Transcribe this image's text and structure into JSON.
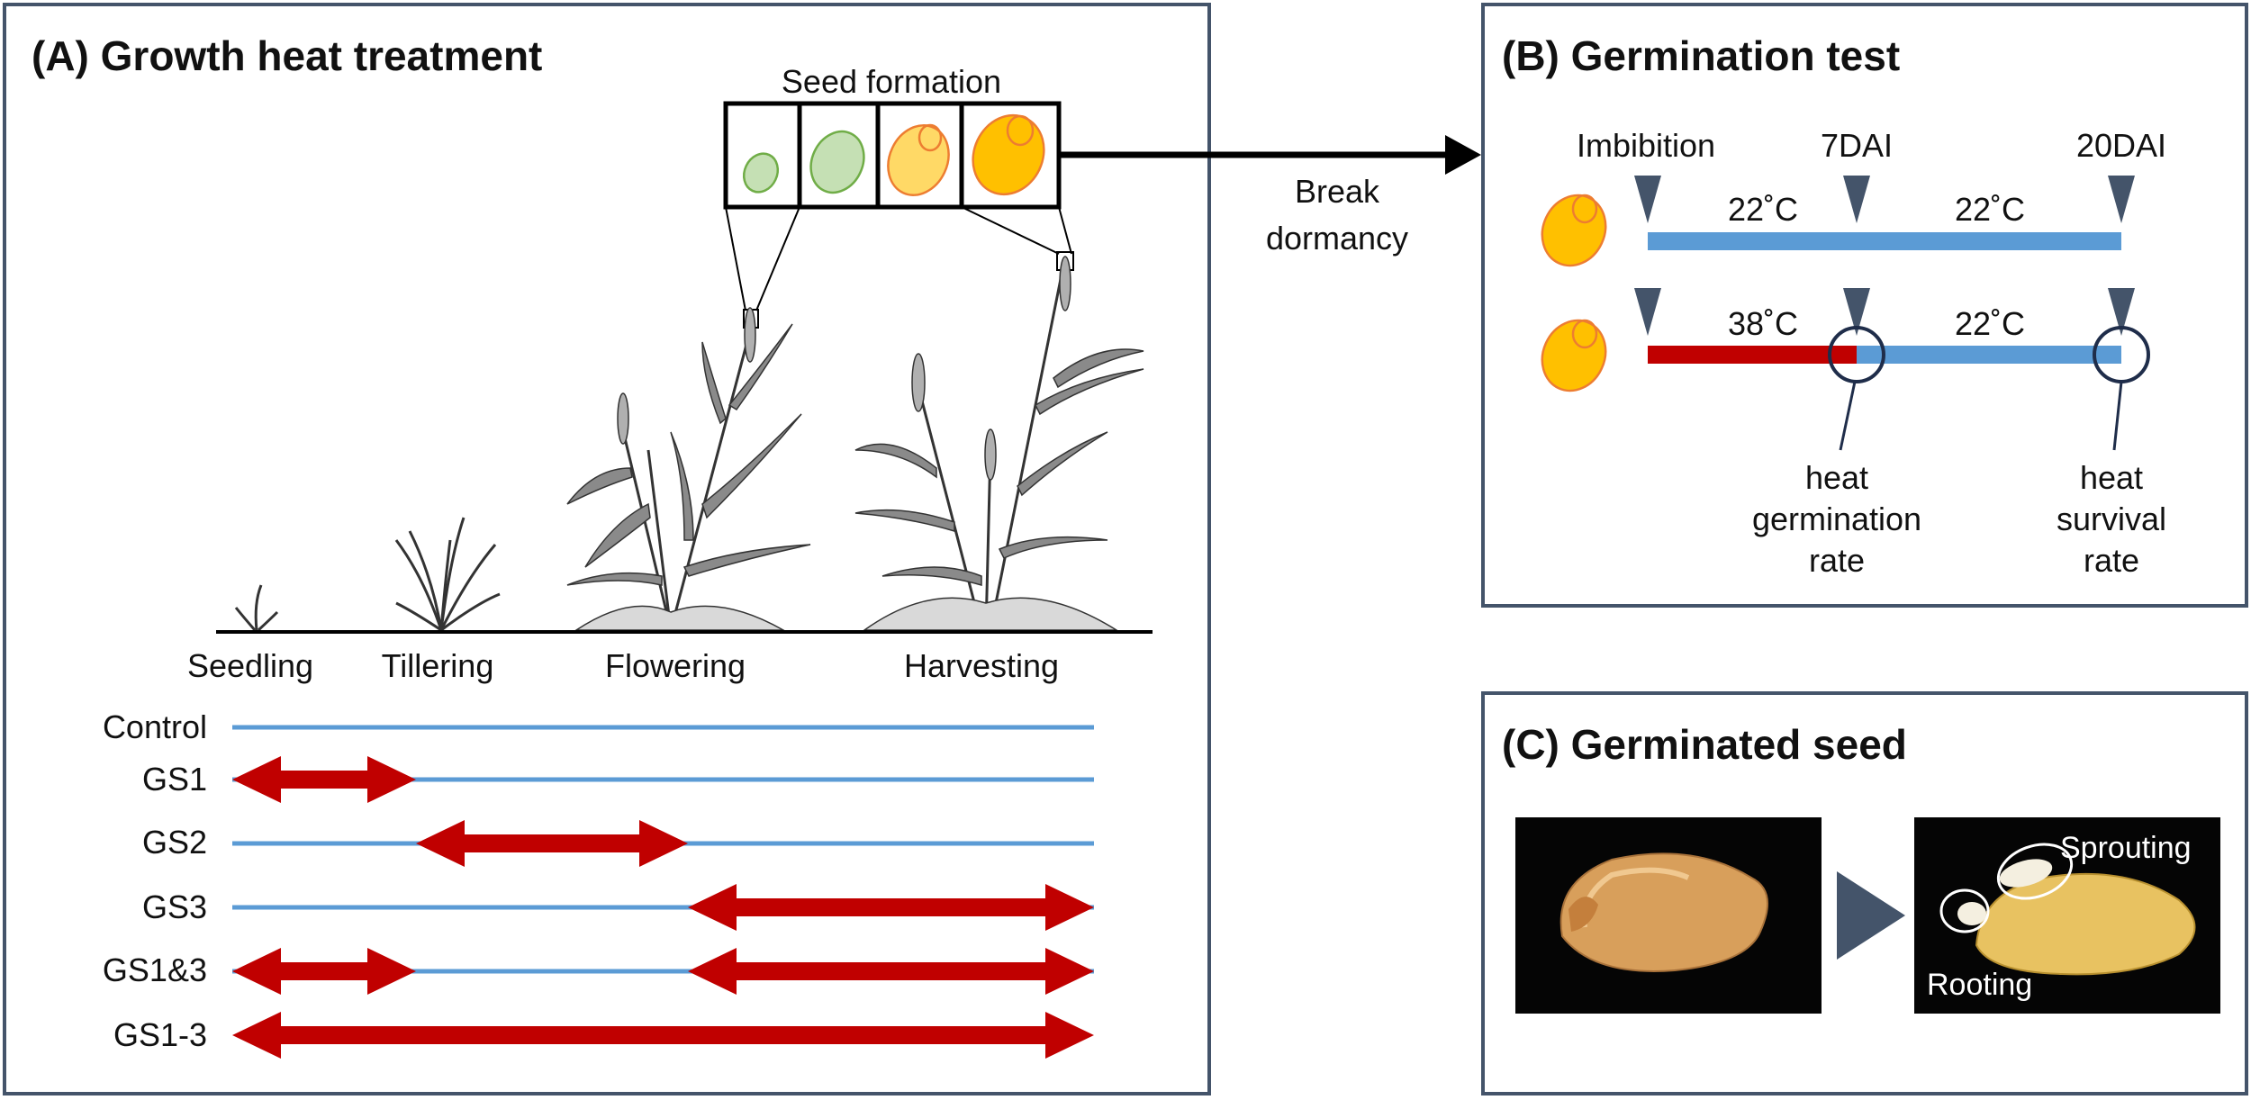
{
  "panel_a": {
    "title": "(A) Growth heat treatment",
    "seed_formation_label": "Seed formation",
    "stages": [
      "Seedling",
      "Tillering",
      "Flowering",
      "Harvesting"
    ],
    "treatments": [
      {
        "label": "Control"
      },
      {
        "label": "GS1"
      },
      {
        "label": "GS2"
      },
      {
        "label": "GS3"
      },
      {
        "label": "GS1&3"
      },
      {
        "label": "GS1-3"
      }
    ]
  },
  "link_label_line1": "Break",
  "link_label_line2": "dormancy",
  "panel_b": {
    "title": "(B) Germination test",
    "timepoints": [
      "Imbibition",
      "7DAI",
      "20DAI"
    ],
    "row1_temps": [
      "22˚C",
      "22˚C"
    ],
    "row2_temps": [
      "38˚C",
      "22˚C"
    ],
    "measure1": [
      "heat",
      "germination",
      "rate"
    ],
    "measure2": [
      "heat",
      "survival",
      "rate"
    ]
  },
  "panel_c": {
    "title": "(C) Germinated seed",
    "labels": [
      "Sprouting",
      "Rooting"
    ]
  },
  "colors": {
    "blue": "#5b9bd5",
    "red": "#c00000",
    "navy": "#44546a",
    "border": "#44546a",
    "seed_orange": "#ffc000",
    "seed_green": "#a9d18e"
  }
}
